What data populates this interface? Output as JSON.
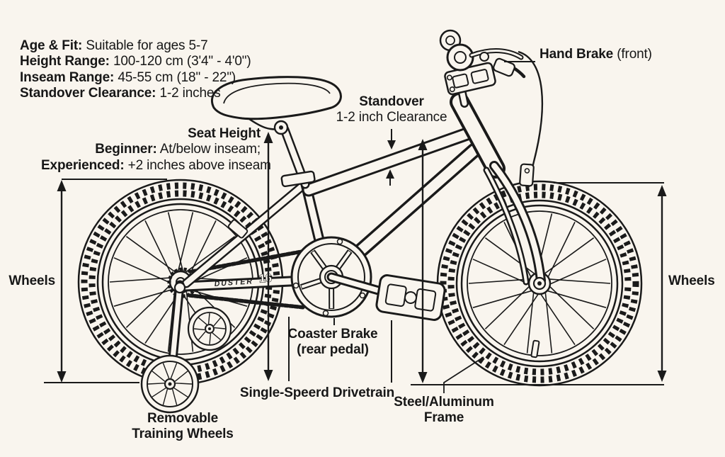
{
  "info_panel": {
    "lines": [
      {
        "label": "Age & Fit:",
        "value": " Suitable for ages 5-7"
      },
      {
        "label": "Height Range:",
        "value": " 100-120 cm (3'4\" - 4'0\")"
      },
      {
        "label": "Inseam Range:",
        "value": " 45-55 cm (18\" - 22\")"
      },
      {
        "label": "Standover Clearance:",
        "value": " 1-2 inches"
      }
    ]
  },
  "annotations": {
    "seat_height": {
      "title": "Seat Height",
      "line1_label": "Beginner:",
      "line1_value": " At/below inseam;",
      "line2_label": "Experienced:",
      "line2_value": " +2 inches above inseam"
    },
    "standover": {
      "title": "Standover",
      "subtitle": "1-2 inch Clearance"
    },
    "hand_brake": {
      "label": "Hand Brake",
      "suffix": " (front)"
    },
    "wheels_left": "Wheels",
    "wheels_right": "Wheels",
    "coaster_brake": {
      "line1": "Coaster Brake",
      "line2": "(rear pedal)"
    },
    "single_speed": "Single-Speerd Drivetrain",
    "frame": {
      "line1": "Steel/Aluminum",
      "line2": "Frame"
    },
    "training_wheels": {
      "line1": "Removable",
      "line2": "Training Wheels"
    }
  },
  "bike": {
    "brand": "DUSTER",
    "size": "16"
  },
  "colors": {
    "ink": "#1a1a1a",
    "background": "#f9f5ee"
  }
}
